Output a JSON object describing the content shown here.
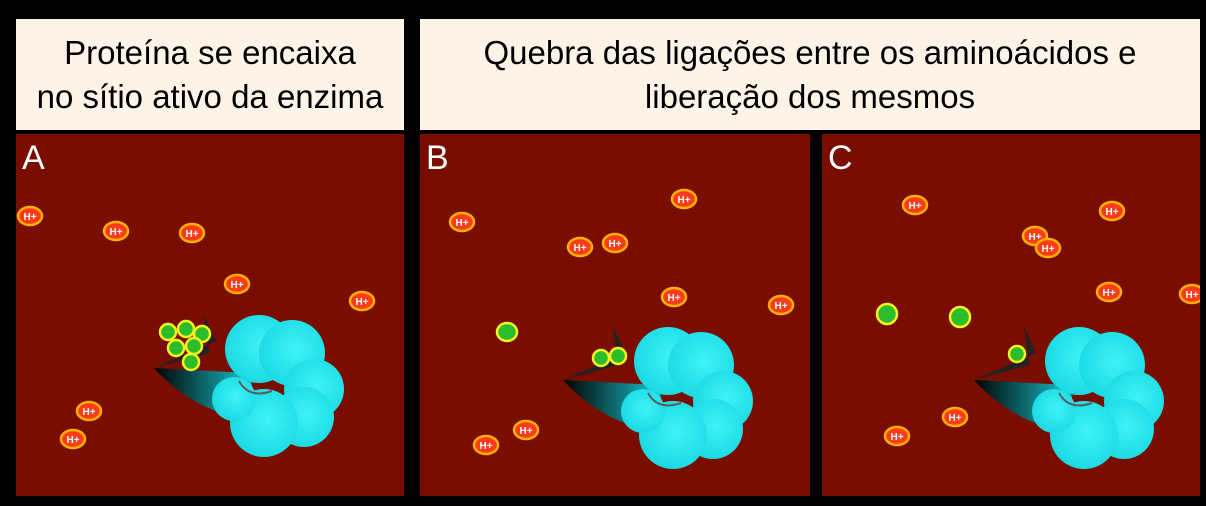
{
  "captions": {
    "a": [
      "Proteína se encaixa",
      "no sítio ativo da enzima"
    ],
    "bc": [
      "Quebra das ligações entre os aminoácidos e",
      "liberação dos mesmos"
    ]
  },
  "panels": [
    {
      "id": "a",
      "letter": "A"
    },
    {
      "id": "b",
      "letter": "B"
    },
    {
      "id": "c",
      "letter": "C"
    }
  ],
  "proton_label": "H+",
  "colors": {
    "frame": "#000000",
    "caption_bg": "#fdf3e7",
    "panel_bg": "#780d00",
    "enzyme": "#22e6ee",
    "amino_acid": "#2bbd2b",
    "amino_acid_ring": "#f2f21e",
    "proton": "#ff3b1a",
    "proton_ring": "#ffb000"
  },
  "icons": [
    "enzyme-icon",
    "amino-acid-icon",
    "proton-icon"
  ]
}
